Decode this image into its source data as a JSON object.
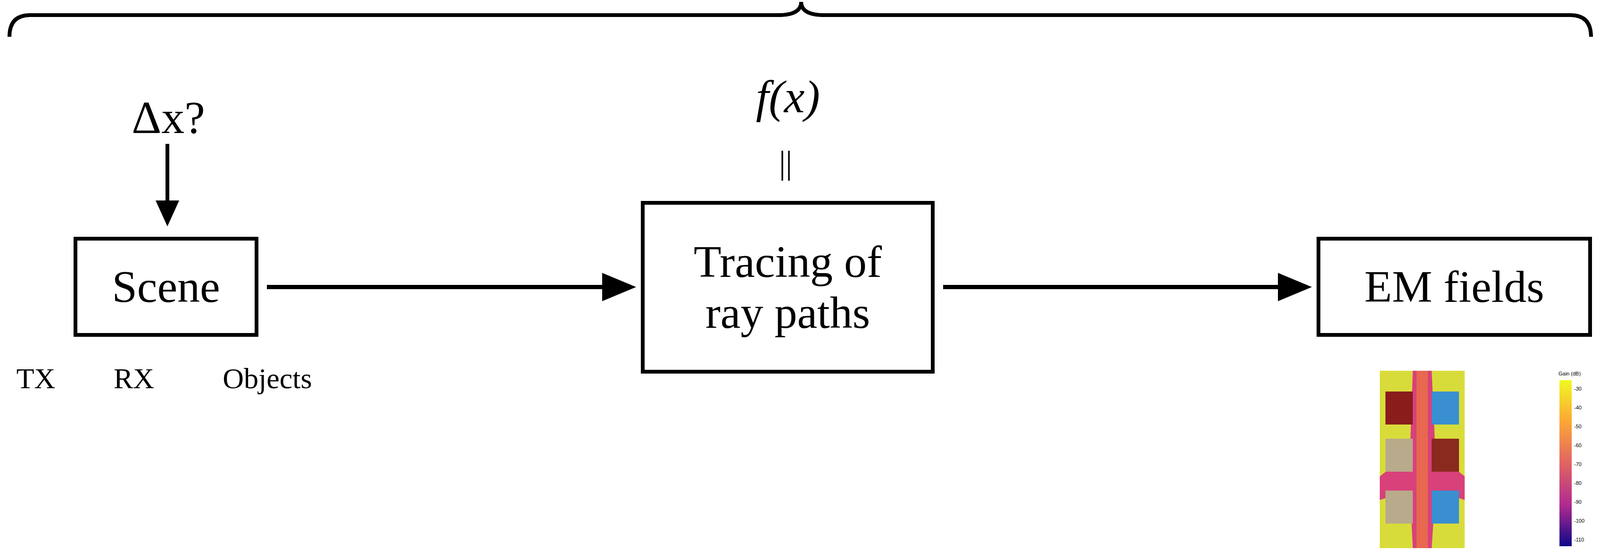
{
  "diagram": {
    "nodes": [
      {
        "text": [
          "Scene"
        ]
      },
      {
        "text": [
          "Tracing of ray paths"
        ]
      },
      {
        "text": [
          "EM fields"
        ]
      }
    ],
    "edges": [
      {
        "from": 0,
        "to": 1,
        "arrow": "to"
      },
      {
        "from": 1,
        "to": 2,
        "arrow": "to"
      }
    ],
    "labels": [
      "Δx?",
      "f(x)",
      "||",
      "TX",
      "RX",
      "Objects",
      "Gain (dB)",
      "-30",
      "-40",
      "-50",
      "-60",
      "-70",
      "-80",
      "-90",
      "-100",
      "-110"
    ]
  }
}
